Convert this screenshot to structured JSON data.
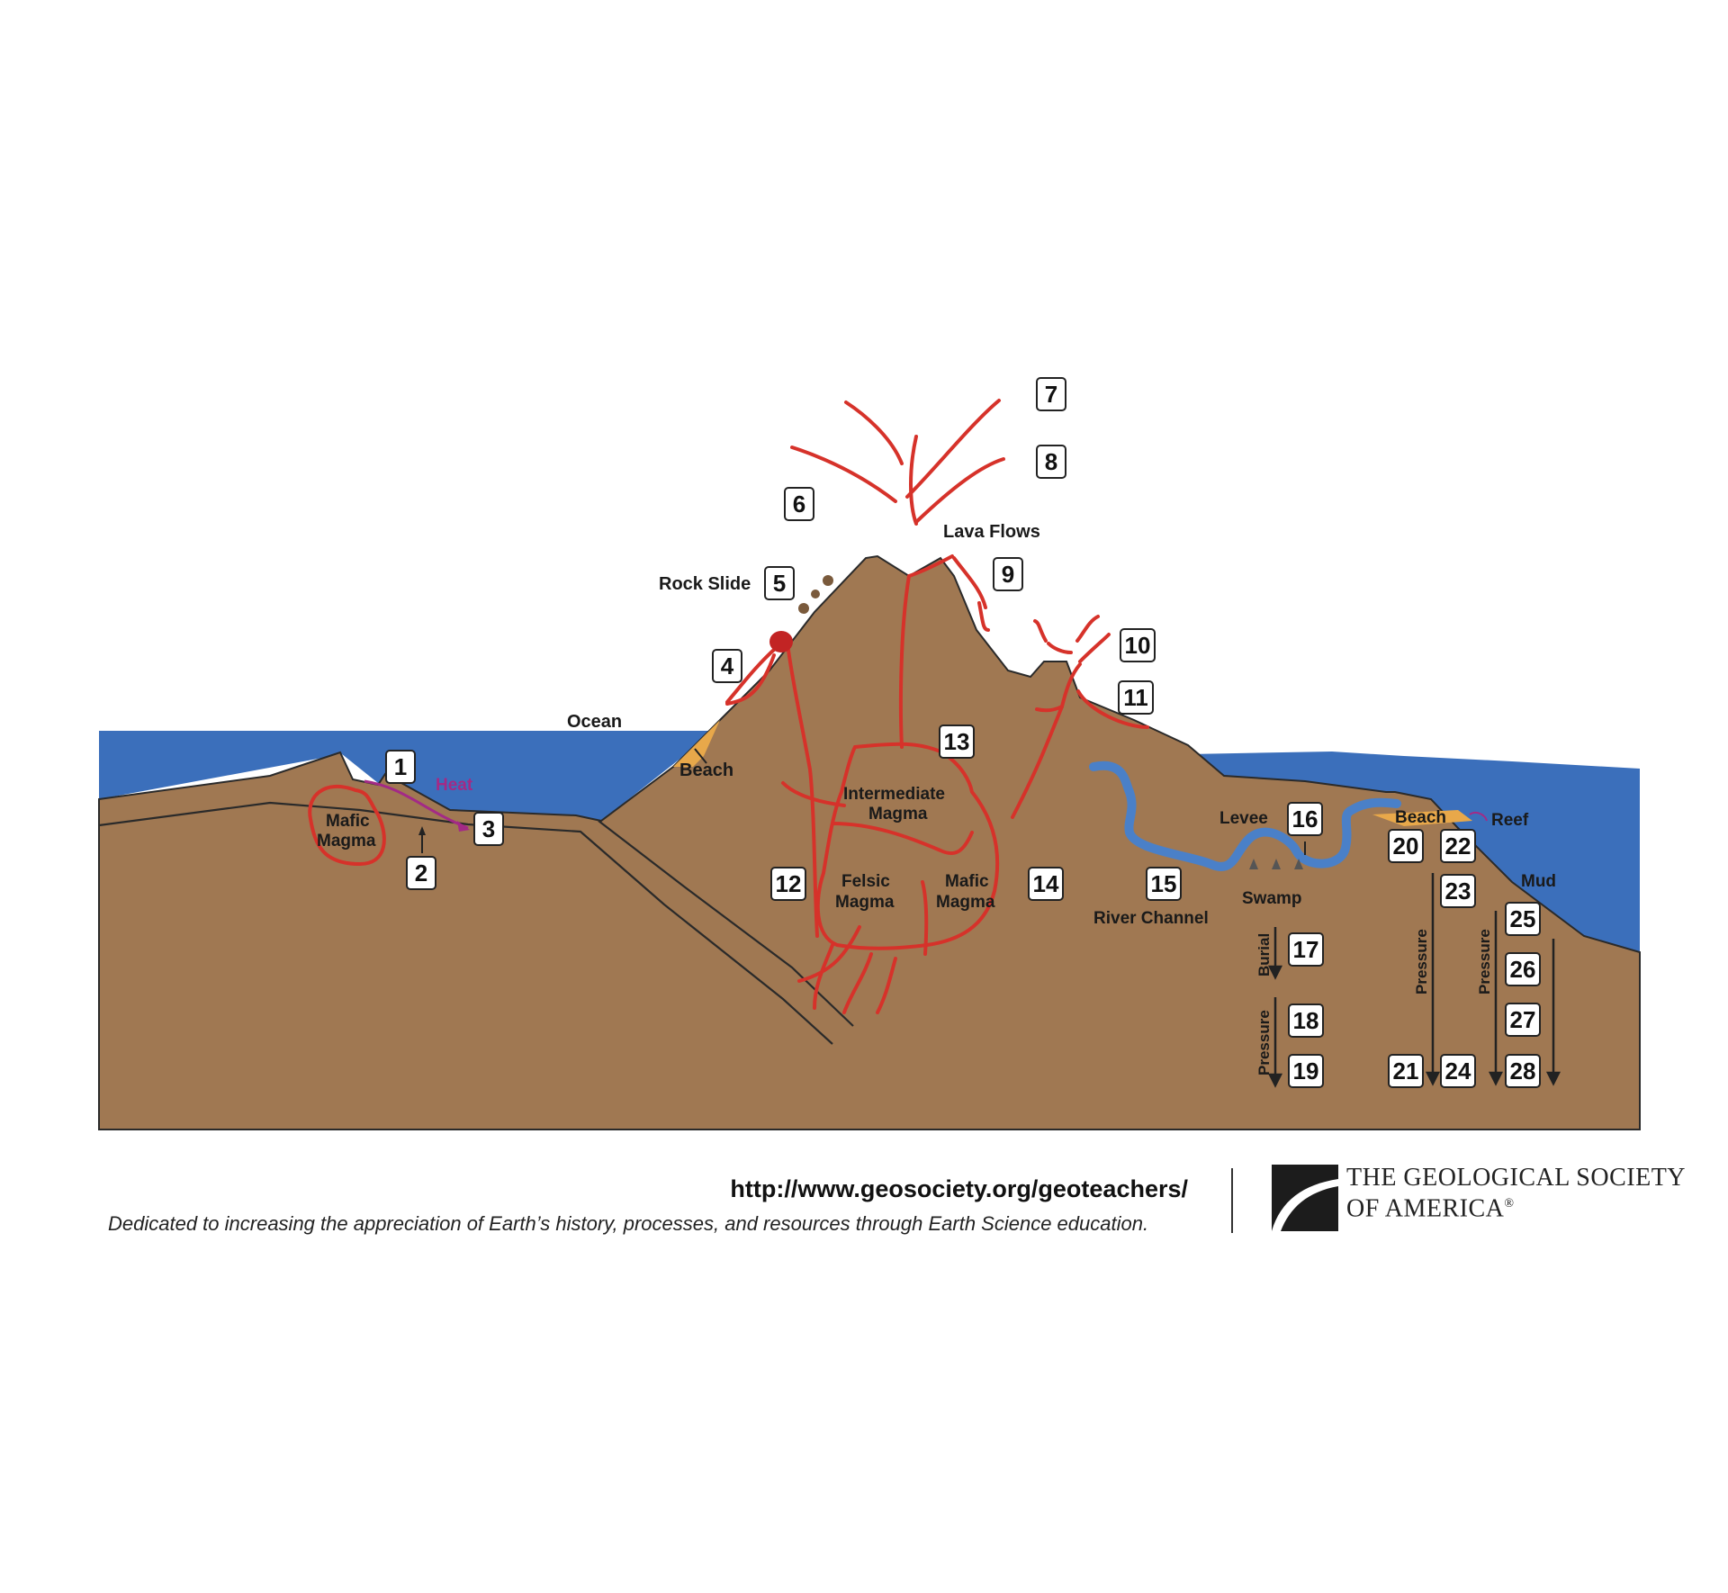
{
  "colors": {
    "rock": "#a07852",
    "ocean": "#3b6fbb",
    "beach": "#e8a84a",
    "magma": "#d6322a",
    "heat": "#a32a86",
    "river": "#4a80c8",
    "outline": "#2a2a2a"
  },
  "labels": {
    "ocean": "Ocean",
    "beach_left": "Beach",
    "rock_slide": "Rock Slide",
    "lava_flows": "Lava Flows",
    "heat": "Heat",
    "mafic_magma_left": [
      "Mafic",
      "Magma"
    ],
    "intermediate_magma": [
      "Intermediate",
      "Magma"
    ],
    "felsic_magma": [
      "Felsic",
      "Magma"
    ],
    "mafic_magma_center": [
      "Mafic",
      "Magma"
    ],
    "levee": "Levee",
    "swamp": "Swamp",
    "river_channel": "River Channel",
    "beach_right": "Beach",
    "reef": "Reef",
    "mud": "Mud",
    "burial": "Burial",
    "pressure_1": "Pressure",
    "pressure_2": "Pressure",
    "pressure_3": "Pressure"
  },
  "numbers": [
    "1",
    "2",
    "3",
    "4",
    "5",
    "6",
    "7",
    "8",
    "9",
    "10",
    "11",
    "12",
    "13",
    "14",
    "15",
    "16",
    "17",
    "18",
    "19",
    "20",
    "21",
    "22",
    "23",
    "24",
    "25",
    "26",
    "27",
    "28"
  ],
  "footer": {
    "url": "http://www.geosociety.org/geoteachers/",
    "dedication": "Dedicated to increasing the appreciation of Earth’s history, processes, and resources through Earth Science education.",
    "org_line1": "THE GEOLOGICAL SOCIETY",
    "org_line2": "OF AMERICA",
    "org_mark": "®"
  },
  "logo": "gsa-logo"
}
